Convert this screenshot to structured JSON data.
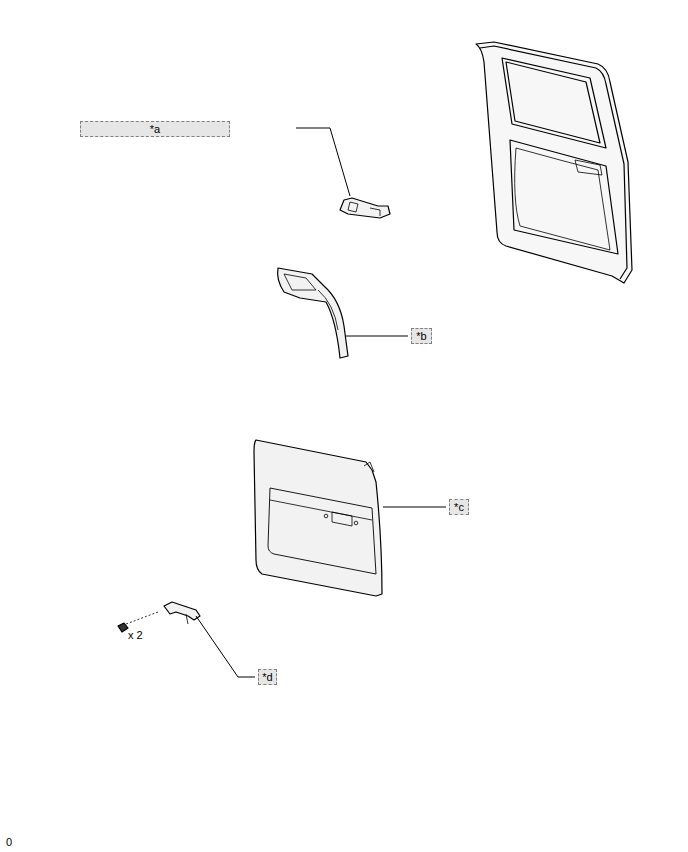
{
  "diagram": {
    "nodes": [
      {
        "text": [
          "*a"
        ]
      },
      {
        "text": [
          "*b"
        ]
      },
      {
        "text": [
          "*c"
        ]
      },
      {
        "text": [
          "*d"
        ]
      }
    ],
    "labels": [
      "x 2",
      "0"
    ]
  }
}
